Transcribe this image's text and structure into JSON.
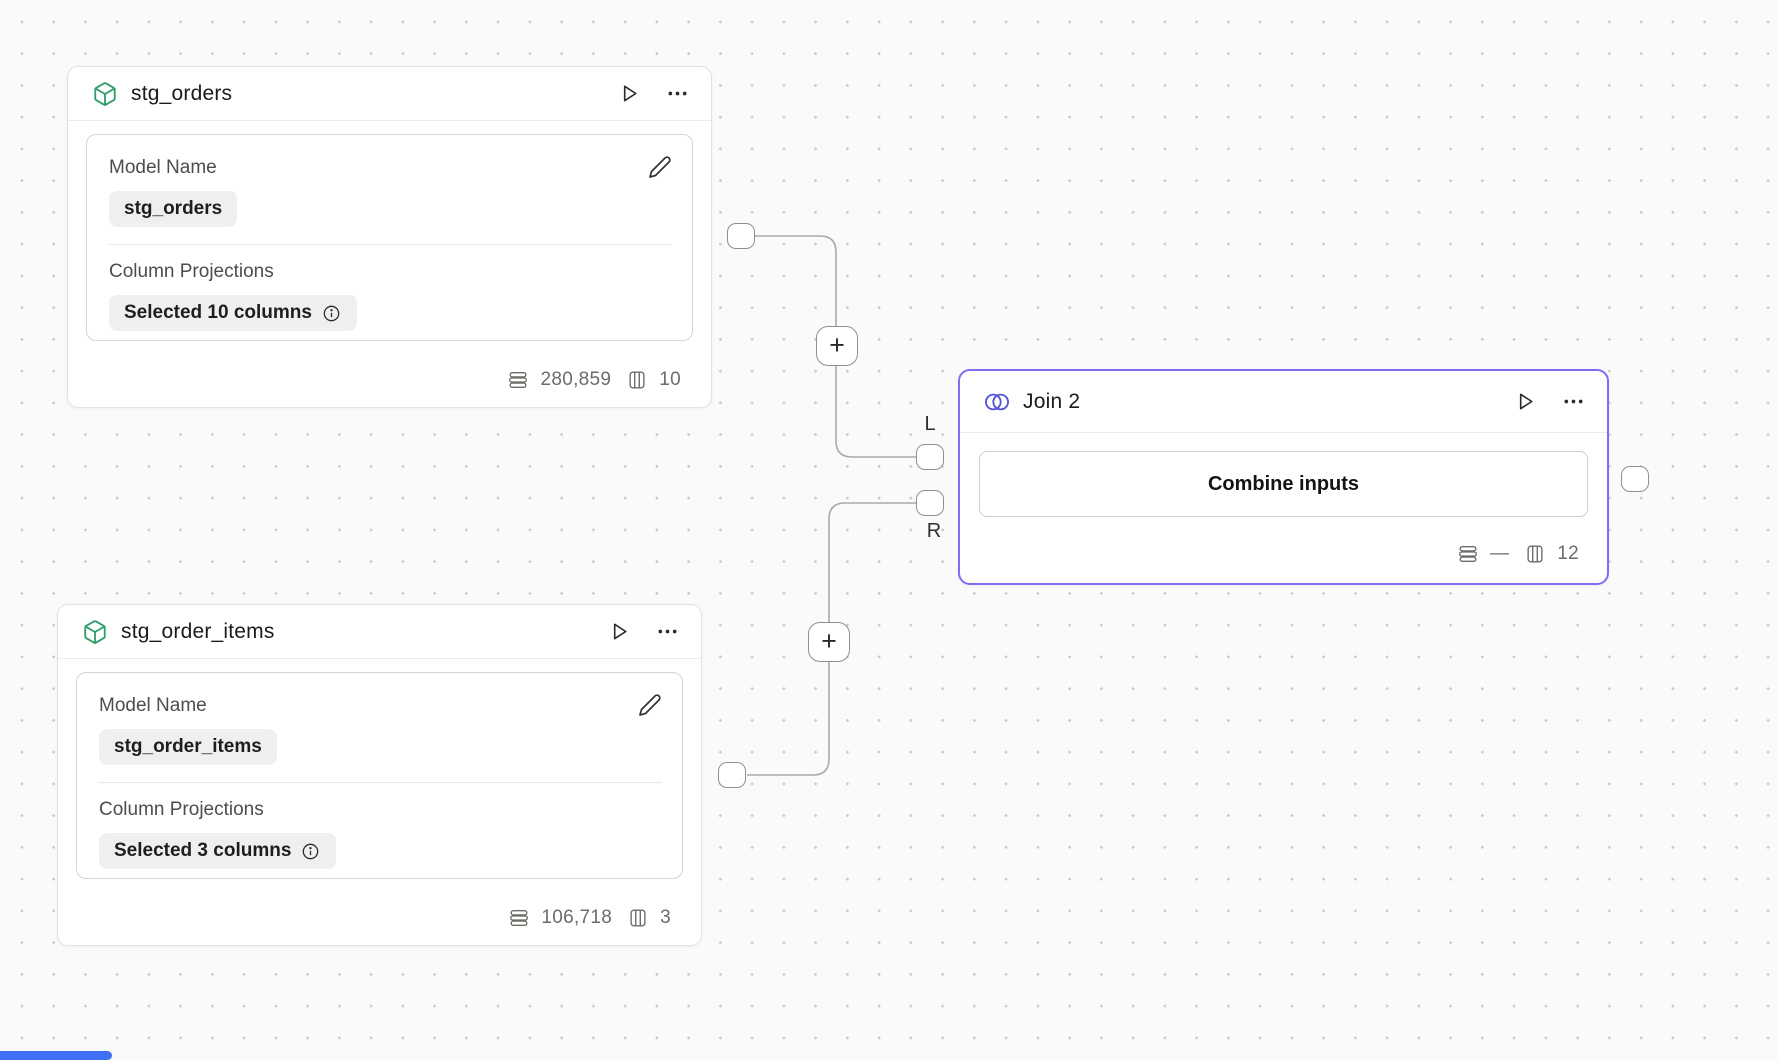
{
  "canvas": {
    "edge_color": "#a9a9a9",
    "dot_color": "#c9c9c9",
    "background": "#fafafa",
    "scroll_indicator_color": "#3e6ff4"
  },
  "nodes": {
    "stg_orders": {
      "title": "stg_orders",
      "model_name_label": "Model Name",
      "model_name_value": "stg_orders",
      "projections_label": "Column Projections",
      "projections_value": "Selected 10 columns",
      "row_count": "280,859",
      "column_count": "10"
    },
    "stg_order_items": {
      "title": "stg_order_items",
      "model_name_label": "Model Name",
      "model_name_value": "stg_order_items",
      "projections_label": "Column Projections",
      "projections_value": "Selected 3 columns",
      "row_count": "106,718",
      "column_count": "3"
    },
    "join": {
      "title": "Join 2",
      "combine_button_label": "Combine inputs",
      "row_count": "—",
      "column_count": "12",
      "accent_color": "#7d6ef2",
      "icon_color": "#5551d8"
    }
  },
  "ports": {
    "left_label": "L",
    "right_label": "R"
  },
  "connectors": {
    "add_button_label": "+"
  },
  "model_icon_color": "#2f9e68"
}
